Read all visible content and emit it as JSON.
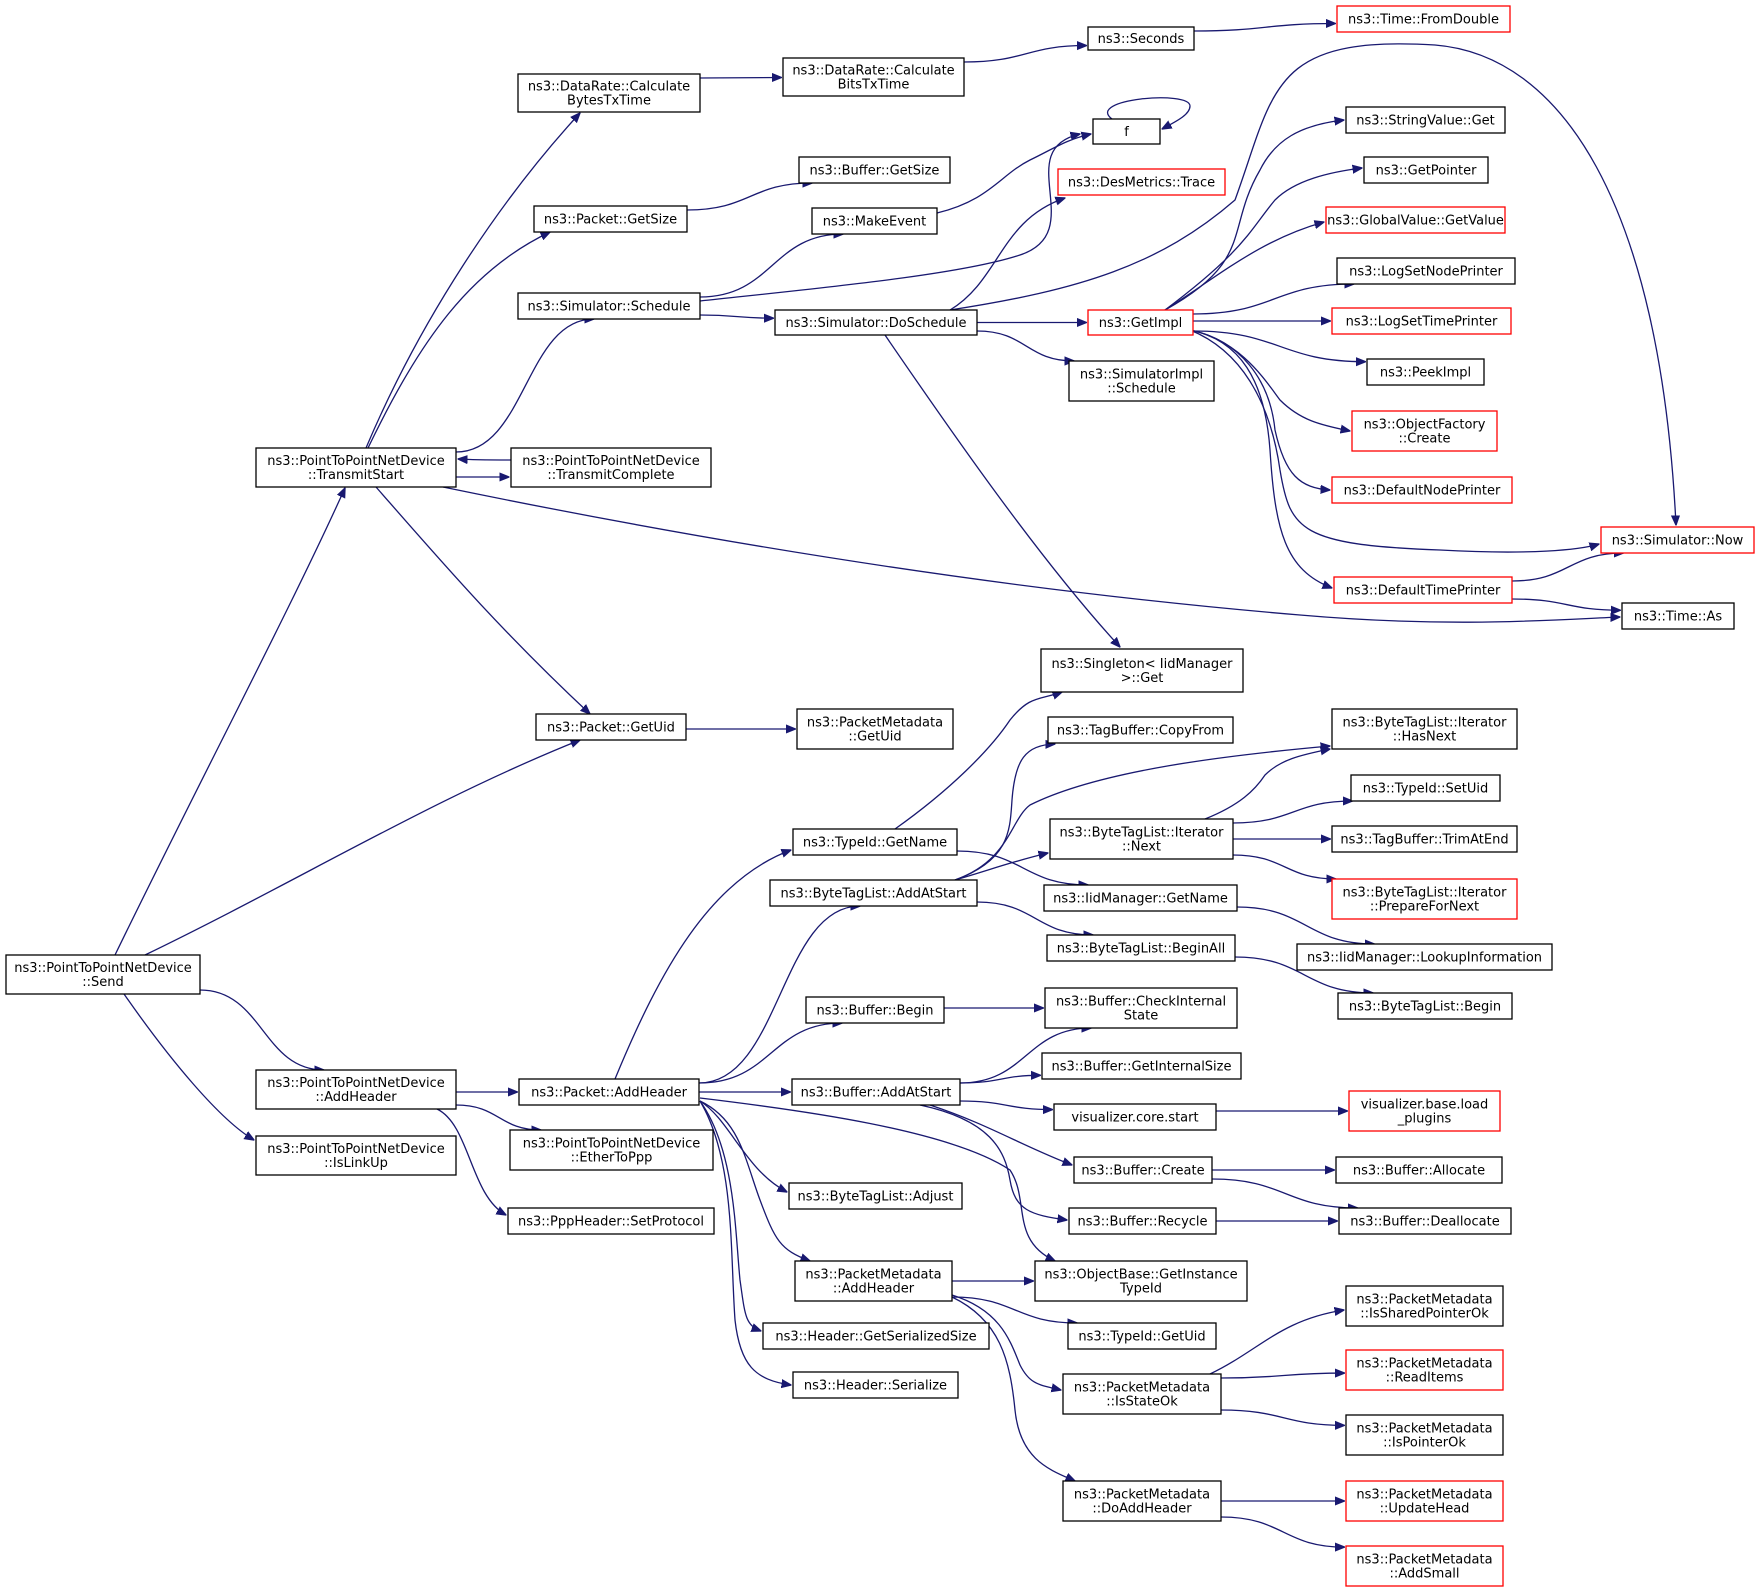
{
  "colors": {
    "edge": "#191970",
    "border": "#000000",
    "border_red": "#ff0000",
    "root_fill": "#bfbfbf",
    "box_fill": "#ffffff",
    "text": "#000000"
  },
  "nodes": [
    {
      "id": "send",
      "lines": [
        "ns3::PointToPointNetDevice",
        "::Send"
      ],
      "style": "root"
    },
    {
      "id": "transmitstart",
      "lines": [
        "ns3::PointToPointNetDevice",
        "::TransmitStart"
      ],
      "style": "normal"
    },
    {
      "id": "addheader_p2p",
      "lines": [
        "ns3::PointToPointNetDevice",
        "::AddHeader"
      ],
      "style": "normal"
    },
    {
      "id": "islinkup",
      "lines": [
        "ns3::PointToPointNetDevice",
        "::IsLinkUp"
      ],
      "style": "normal"
    },
    {
      "id": "dr_bytes",
      "lines": [
        "ns3::DataRate::Calculate",
        "BytesTxTime"
      ],
      "style": "normal"
    },
    {
      "id": "dr_bits",
      "lines": [
        "ns3::DataRate::Calculate",
        "BitsTxTime"
      ],
      "style": "normal"
    },
    {
      "id": "seconds",
      "lines": [
        "ns3::Seconds"
      ],
      "style": "normal"
    },
    {
      "id": "fromdouble",
      "lines": [
        "ns3::Time::FromDouble"
      ],
      "style": "red"
    },
    {
      "id": "f",
      "lines": [
        "f"
      ],
      "style": "normal"
    },
    {
      "id": "buf_getsize",
      "lines": [
        "ns3::Buffer::GetSize"
      ],
      "style": "normal"
    },
    {
      "id": "pkt_getsize",
      "lines": [
        "ns3::Packet::GetSize"
      ],
      "style": "normal"
    },
    {
      "id": "makeevent",
      "lines": [
        "ns3::MakeEvent"
      ],
      "style": "normal"
    },
    {
      "id": "sim_schedule",
      "lines": [
        "ns3::Simulator::Schedule"
      ],
      "style": "normal"
    },
    {
      "id": "doschedule",
      "lines": [
        "ns3::Simulator::DoSchedule"
      ],
      "style": "normal"
    },
    {
      "id": "desmetrics",
      "lines": [
        "ns3::DesMetrics::Trace"
      ],
      "style": "red"
    },
    {
      "id": "getimpl",
      "lines": [
        "ns3::GetImpl"
      ],
      "style": "red"
    },
    {
      "id": "simimpl_schedule",
      "lines": [
        "ns3::SimulatorImpl",
        "::Schedule"
      ],
      "style": "normal"
    },
    {
      "id": "stringvalue",
      "lines": [
        "ns3::StringValue::Get"
      ],
      "style": "normal"
    },
    {
      "id": "getpointer",
      "lines": [
        "ns3::GetPointer"
      ],
      "style": "normal"
    },
    {
      "id": "globalvalue",
      "lines": [
        "ns3::GlobalValue::GetValue"
      ],
      "style": "red"
    },
    {
      "id": "lognodeprinter",
      "lines": [
        "ns3::LogSetNodePrinter"
      ],
      "style": "normal"
    },
    {
      "id": "logtimeprinter",
      "lines": [
        "ns3::LogSetTimePrinter"
      ],
      "style": "red"
    },
    {
      "id": "peekimpl",
      "lines": [
        "ns3::PeekImpl"
      ],
      "style": "normal"
    },
    {
      "id": "objfactory",
      "lines": [
        "ns3::ObjectFactory",
        "::Create"
      ],
      "style": "red"
    },
    {
      "id": "defnodeprinter",
      "lines": [
        "ns3::DefaultNodePrinter"
      ],
      "style": "red"
    },
    {
      "id": "simnow",
      "lines": [
        "ns3::Simulator::Now"
      ],
      "style": "red"
    },
    {
      "id": "deftimeprinter",
      "lines": [
        "ns3::DefaultTimePrinter"
      ],
      "style": "red"
    },
    {
      "id": "timeas",
      "lines": [
        "ns3::Time::As"
      ],
      "style": "normal"
    },
    {
      "id": "transmitcomplete",
      "lines": [
        "ns3::PointToPointNetDevice",
        "::TransmitComplete"
      ],
      "style": "normal"
    },
    {
      "id": "singleton",
      "lines": [
        "ns3::Singleton< IidManager",
        ">::Get"
      ],
      "style": "normal"
    },
    {
      "id": "pkt_getuid",
      "lines": [
        "ns3::Packet::GetUid"
      ],
      "style": "normal"
    },
    {
      "id": "pm_getuid",
      "lines": [
        "ns3::PacketMetadata",
        "::GetUid"
      ],
      "style": "normal"
    },
    {
      "id": "tb_copyfrom",
      "lines": [
        "ns3::TagBuffer::CopyFrom"
      ],
      "style": "normal"
    },
    {
      "id": "bti_hasnext",
      "lines": [
        "ns3::ByteTagList::Iterator",
        "::HasNext"
      ],
      "style": "normal"
    },
    {
      "id": "typeid_setuid",
      "lines": [
        "ns3::TypeId::SetUid"
      ],
      "style": "normal"
    },
    {
      "id": "typeid_getname",
      "lines": [
        "ns3::TypeId::GetName"
      ],
      "style": "normal"
    },
    {
      "id": "bti_next",
      "lines": [
        "ns3::ByteTagList::Iterator",
        "::Next"
      ],
      "style": "normal"
    },
    {
      "id": "tb_trimatend",
      "lines": [
        "ns3::TagBuffer::TrimAtEnd"
      ],
      "style": "normal"
    },
    {
      "id": "btl_addatstart",
      "lines": [
        "ns3::ByteTagList::AddAtStart"
      ],
      "style": "normal"
    },
    {
      "id": "iid_getname",
      "lines": [
        "ns3::IidManager::GetName"
      ],
      "style": "normal"
    },
    {
      "id": "bti_prepare",
      "lines": [
        "ns3::ByteTagList::Iterator",
        "::PrepareForNext"
      ],
      "style": "red"
    },
    {
      "id": "btl_beginall",
      "lines": [
        "ns3::ByteTagList::BeginAll"
      ],
      "style": "normal"
    },
    {
      "id": "iid_lookup",
      "lines": [
        "ns3::IidManager::LookupInformation"
      ],
      "style": "normal"
    },
    {
      "id": "buf_begin",
      "lines": [
        "ns3::Buffer::Begin"
      ],
      "style": "normal"
    },
    {
      "id": "buf_checkinternal",
      "lines": [
        "ns3::Buffer::CheckInternal",
        "State"
      ],
      "style": "normal"
    },
    {
      "id": "btl_begin",
      "lines": [
        "ns3::ByteTagList::Begin"
      ],
      "style": "normal"
    },
    {
      "id": "buf_getinternalsize",
      "lines": [
        "ns3::Buffer::GetInternalSize"
      ],
      "style": "normal"
    },
    {
      "id": "pkt_addheader",
      "lines": [
        "ns3::Packet::AddHeader"
      ],
      "style": "normal"
    },
    {
      "id": "buf_addatstart",
      "lines": [
        "ns3::Buffer::AddAtStart"
      ],
      "style": "normal"
    },
    {
      "id": "viz_start",
      "lines": [
        "visualizer.core.start"
      ],
      "style": "normal"
    },
    {
      "id": "viz_load",
      "lines": [
        "visualizer.base.load",
        "_plugins"
      ],
      "style": "red"
    },
    {
      "id": "ethertoppp",
      "lines": [
        "ns3::PointToPointNetDevice",
        "::EtherToPpp"
      ],
      "style": "normal"
    },
    {
      "id": "buf_create",
      "lines": [
        "ns3::Buffer::Create"
      ],
      "style": "normal"
    },
    {
      "id": "buf_allocate",
      "lines": [
        "ns3::Buffer::Allocate"
      ],
      "style": "normal"
    },
    {
      "id": "btl_adjust",
      "lines": [
        "ns3::ByteTagList::Adjust"
      ],
      "style": "normal"
    },
    {
      "id": "ppp_setprotocol",
      "lines": [
        "ns3::PppHeader::SetProtocol"
      ],
      "style": "normal"
    },
    {
      "id": "buf_recycle",
      "lines": [
        "ns3::Buffer::Recycle"
      ],
      "style": "normal"
    },
    {
      "id": "buf_deallocate",
      "lines": [
        "ns3::Buffer::Deallocate"
      ],
      "style": "normal"
    },
    {
      "id": "pm_addheader",
      "lines": [
        "ns3::PacketMetadata",
        "::AddHeader"
      ],
      "style": "normal"
    },
    {
      "id": "objbase_typeid",
      "lines": [
        "ns3::ObjectBase::GetInstance",
        "TypeId"
      ],
      "style": "normal"
    },
    {
      "id": "pm_issharedptr",
      "lines": [
        "ns3::PacketMetadata",
        "::IsSharedPointerOk"
      ],
      "style": "normal"
    },
    {
      "id": "hdr_getsersize",
      "lines": [
        "ns3::Header::GetSerializedSize"
      ],
      "style": "normal"
    },
    {
      "id": "typeid_getuid",
      "lines": [
        "ns3::TypeId::GetUid"
      ],
      "style": "normal"
    },
    {
      "id": "pm_readitems",
      "lines": [
        "ns3::PacketMetadata",
        "::ReadItems"
      ],
      "style": "red"
    },
    {
      "id": "hdr_serialize",
      "lines": [
        "ns3::Header::Serialize"
      ],
      "style": "normal"
    },
    {
      "id": "pm_isstateok",
      "lines": [
        "ns3::PacketMetadata",
        "::IsStateOk"
      ],
      "style": "normal"
    },
    {
      "id": "pm_ispointerok",
      "lines": [
        "ns3::PacketMetadata",
        "::IsPointerOk"
      ],
      "style": "normal"
    },
    {
      "id": "pm_doaddheader",
      "lines": [
        "ns3::PacketMetadata",
        "::DoAddHeader"
      ],
      "style": "normal"
    },
    {
      "id": "pm_updatehead",
      "lines": [
        "ns3::PacketMetadata",
        "::UpdateHead"
      ],
      "style": "red"
    },
    {
      "id": "pm_addsmall",
      "lines": [
        "ns3::PacketMetadata",
        "::AddSmall"
      ],
      "style": "red"
    }
  ],
  "edges": [
    [
      "send",
      "transmitstart"
    ],
    [
      "send",
      "pkt_getuid"
    ],
    [
      "send",
      "addheader_p2p"
    ],
    [
      "send",
      "islinkup"
    ],
    [
      "transmitstart",
      "dr_bytes"
    ],
    [
      "transmitstart",
      "pkt_getsize"
    ],
    [
      "transmitstart",
      "sim_schedule"
    ],
    [
      "transmitstart",
      "transmitcomplete"
    ],
    [
      "transmitcomplete",
      "transmitstart"
    ],
    [
      "transmitstart",
      "pkt_getuid"
    ],
    [
      "transmitstart",
      "timeas"
    ],
    [
      "dr_bytes",
      "dr_bits"
    ],
    [
      "dr_bits",
      "seconds"
    ],
    [
      "seconds",
      "fromdouble"
    ],
    [
      "pkt_getsize",
      "buf_getsize"
    ],
    [
      "sim_schedule",
      "makeevent"
    ],
    [
      "sim_schedule",
      "f"
    ],
    [
      "sim_schedule",
      "doschedule"
    ],
    [
      "makeevent",
      "f"
    ],
    [
      "f",
      "f"
    ],
    [
      "doschedule",
      "desmetrics"
    ],
    [
      "doschedule",
      "getimpl"
    ],
    [
      "doschedule",
      "simimpl_schedule"
    ],
    [
      "doschedule",
      "simnow"
    ],
    [
      "doschedule",
      "singleton"
    ],
    [
      "getimpl",
      "stringvalue"
    ],
    [
      "getimpl",
      "getpointer"
    ],
    [
      "getimpl",
      "globalvalue"
    ],
    [
      "getimpl",
      "lognodeprinter"
    ],
    [
      "getimpl",
      "logtimeprinter"
    ],
    [
      "getimpl",
      "peekimpl"
    ],
    [
      "getimpl",
      "objfactory"
    ],
    [
      "getimpl",
      "defnodeprinter"
    ],
    [
      "getimpl",
      "simnow"
    ],
    [
      "getimpl",
      "deftimeprinter"
    ],
    [
      "deftimeprinter",
      "simnow"
    ],
    [
      "deftimeprinter",
      "timeas"
    ],
    [
      "pkt_getuid",
      "pm_getuid"
    ],
    [
      "addheader_p2p",
      "pkt_addheader"
    ],
    [
      "addheader_p2p",
      "ethertoppp"
    ],
    [
      "addheader_p2p",
      "ppp_setprotocol"
    ],
    [
      "pkt_addheader",
      "typeid_getname"
    ],
    [
      "pkt_addheader",
      "btl_addatstart"
    ],
    [
      "pkt_addheader",
      "buf_begin"
    ],
    [
      "pkt_addheader",
      "buf_addatstart"
    ],
    [
      "pkt_addheader",
      "btl_adjust"
    ],
    [
      "pkt_addheader",
      "pm_addheader"
    ],
    [
      "pkt_addheader",
      "objbase_typeid"
    ],
    [
      "pkt_addheader",
      "hdr_getsersize"
    ],
    [
      "pkt_addheader",
      "hdr_serialize"
    ],
    [
      "typeid_getname",
      "singleton"
    ],
    [
      "typeid_getname",
      "iid_getname"
    ],
    [
      "btl_addatstart",
      "tb_copyfrom"
    ],
    [
      "btl_addatstart",
      "bti_hasnext"
    ],
    [
      "btl_addatstart",
      "bti_next"
    ],
    [
      "btl_addatstart",
      "btl_beginall"
    ],
    [
      "bti_next",
      "bti_hasnext"
    ],
    [
      "bti_next",
      "typeid_setuid"
    ],
    [
      "bti_next",
      "tb_trimatend"
    ],
    [
      "bti_next",
      "bti_prepare"
    ],
    [
      "iid_getname",
      "iid_lookup"
    ],
    [
      "btl_beginall",
      "btl_begin"
    ],
    [
      "buf_begin",
      "buf_checkinternal"
    ],
    [
      "buf_addatstart",
      "buf_checkinternal"
    ],
    [
      "buf_addatstart",
      "buf_getinternalsize"
    ],
    [
      "buf_addatstart",
      "viz_start"
    ],
    [
      "buf_addatstart",
      "buf_create"
    ],
    [
      "buf_addatstart",
      "buf_recycle"
    ],
    [
      "viz_start",
      "viz_load"
    ],
    [
      "buf_create",
      "buf_allocate"
    ],
    [
      "buf_create",
      "buf_deallocate"
    ],
    [
      "buf_recycle",
      "buf_deallocate"
    ],
    [
      "pm_addheader",
      "objbase_typeid"
    ],
    [
      "pm_addheader",
      "typeid_getuid"
    ],
    [
      "pm_addheader",
      "pm_isstateok"
    ],
    [
      "pm_addheader",
      "pm_doaddheader"
    ],
    [
      "pm_isstateok",
      "pm_issharedptr"
    ],
    [
      "pm_isstateok",
      "pm_readitems"
    ],
    [
      "pm_isstateok",
      "pm_ispointerok"
    ],
    [
      "pm_doaddheader",
      "pm_updatehead"
    ],
    [
      "pm_doaddheader",
      "pm_addsmall"
    ]
  ]
}
